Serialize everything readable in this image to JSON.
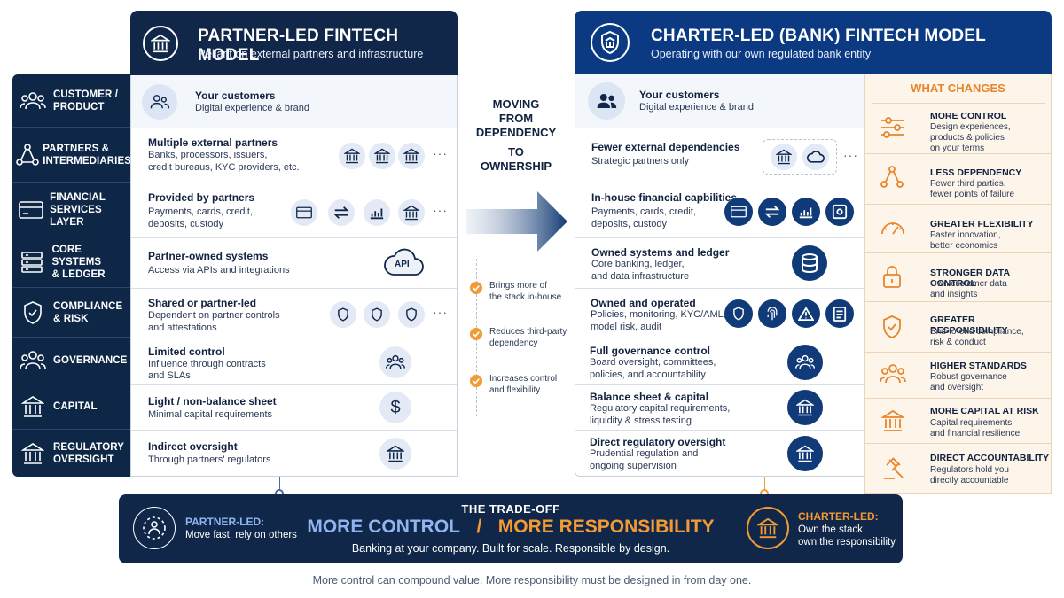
{
  "partner": {
    "title": "PARTNER-LED FINTECH MODEL",
    "subtitle": "Reliant on external partners and infrastructure",
    "rows": [
      {
        "title": "Your customers",
        "sub": "Digital experience & brand"
      },
      {
        "title": "Multiple external partners",
        "sub1": "Banks, processors, issuers,",
        "sub2": "credit bureaus, KYC providers, etc."
      },
      {
        "title": "Provided by partners",
        "sub1": "Payments, cards, credit,",
        "sub2": "deposits, custody"
      },
      {
        "title": "Partner-owned systems",
        "sub1": "Access via APIs and integrations",
        "badge": "API"
      },
      {
        "title": "Shared or partner-led",
        "sub1": "Dependent on partner controls",
        "sub2": "and attestations"
      },
      {
        "title": "Limited control",
        "sub1": "Influence through contracts",
        "sub2": "and SLAs"
      },
      {
        "title": "Light / non-balance sheet",
        "sub1": "Minimal capital requirements"
      },
      {
        "title": "Indirect oversight",
        "sub1": "Through partners' regulators"
      }
    ],
    "ellipsis": "···"
  },
  "layers": [
    {
      "l1": "CUSTOMER /",
      "l2": "PRODUCT",
      "icon": "users-icon"
    },
    {
      "l1": "PARTNERS &",
      "l2": "INTERMEDIARIES",
      "icon": "network-icon"
    },
    {
      "l1": "FINANCIAL",
      "l2": "SERVICES LAYER",
      "icon": "card-icon"
    },
    {
      "l1": "CORE SYSTEMS",
      "l2": "& LEDGER",
      "icon": "server-icon"
    },
    {
      "l1": "COMPLIANCE",
      "l2": "& RISK",
      "icon": "shield-icon"
    },
    {
      "l1": "GOVERNANCE",
      "l2": "",
      "icon": "group-icon"
    },
    {
      "l1": "CAPITAL",
      "l2": "",
      "icon": "bank-icon"
    },
    {
      "l1": "REGULATORY",
      "l2": "OVERSIGHT",
      "icon": "bank-icon"
    }
  ],
  "middle": {
    "l1": "MOVING",
    "l2": "FROM",
    "l3": "DEPENDENCY",
    "l4": "TO",
    "l5": "OWNERSHIP",
    "bullets": [
      {
        "a": "Brings more of",
        "b": "the stack in-house"
      },
      {
        "a": "Reduces third-party",
        "b": "dependency"
      },
      {
        "a": "Increases control",
        "b": "and flexibility"
      }
    ]
  },
  "charter": {
    "title": "CHARTER-LED (BANK) FINTECH MODEL",
    "subtitle": "Operating with our own regulated bank entity",
    "rows": [
      {
        "title": "Your customers",
        "sub1": "Digital experience & brand"
      },
      {
        "title": "Fewer external dependencies",
        "sub1": "Strategic partners only"
      },
      {
        "title": "In-house financial capbilities",
        "sub1": "Payments, cards, credit,",
        "sub2": "deposits, custody"
      },
      {
        "title": "Owned systems and ledger",
        "sub1": "Core banking, ledger,",
        "sub2": "and data infrastructure"
      },
      {
        "title": "Owned and operated",
        "sub1": "Policies, monitoring, KYC/AML,",
        "sub2": "model risk, audit"
      },
      {
        "title": "Full governance control",
        "sub1": "Board oversight, committees,",
        "sub2": "policies, and accountability"
      },
      {
        "title": "Balance sheet & capital",
        "sub1": "Regulatory capital requirements,",
        "sub2": "liquidity & stress testing"
      },
      {
        "title": "Direct regulatory oversight",
        "sub1": "Prudential regulation and",
        "sub2": "ongoing supervision"
      }
    ],
    "ellipsis": "···"
  },
  "changes": {
    "title": "WHAT CHANGES",
    "items": [
      {
        "t": "MORE CONTROL",
        "a": "Design experiences,",
        "b": "products & policies",
        "c": "on your terms"
      },
      {
        "t": "LESS DEPENDENCY",
        "a": "Fewer third parties,",
        "b": "fewer points of failure",
        "c": ""
      },
      {
        "t": "GREATER FLEXIBILITY",
        "a": "Faster innovation,",
        "b": "better economics",
        "c": ""
      },
      {
        "t": "STRONGER DATA CONTROL",
        "a": "Own customer data",
        "b": "and insights",
        "c": ""
      },
      {
        "t": "GREATER RESPONSIBILITY",
        "a": "End-to-end compliance,",
        "b": "risk & conduct",
        "c": ""
      },
      {
        "t": "HIGHER STANDARDS",
        "a": "Robust governance",
        "b": "and oversight",
        "c": ""
      },
      {
        "t": "MORE CAPITAL AT RISK",
        "a": "Capital requirements",
        "b": "and financial resilience",
        "c": ""
      },
      {
        "t": "DIRECT ACCOUNTABILITY",
        "a": "Regulators hold you",
        "b": "directly accountable",
        "c": ""
      }
    ]
  },
  "tradeoff": {
    "left_title": "PARTNER-LED:",
    "left_sub": "Move fast, rely on others",
    "heading": "THE TRADE-OFF",
    "more_control": "MORE CONTROL",
    "slash": "/",
    "more_resp": "MORE RESPONSIBILITY",
    "tagline": "Banking at your company. Built for scale. Responsible by design.",
    "right_title": "CHARTER-LED:",
    "right_sub1": "Own the stack,",
    "right_sub2": "own the responsibility"
  },
  "footer": "More control can compound value. More responsibility must be designed in from day one.",
  "colors": {
    "navy": "#10274a",
    "blue": "#0b3a82",
    "orange": "#f29a35",
    "accent_blue": "#8fb4f0"
  }
}
